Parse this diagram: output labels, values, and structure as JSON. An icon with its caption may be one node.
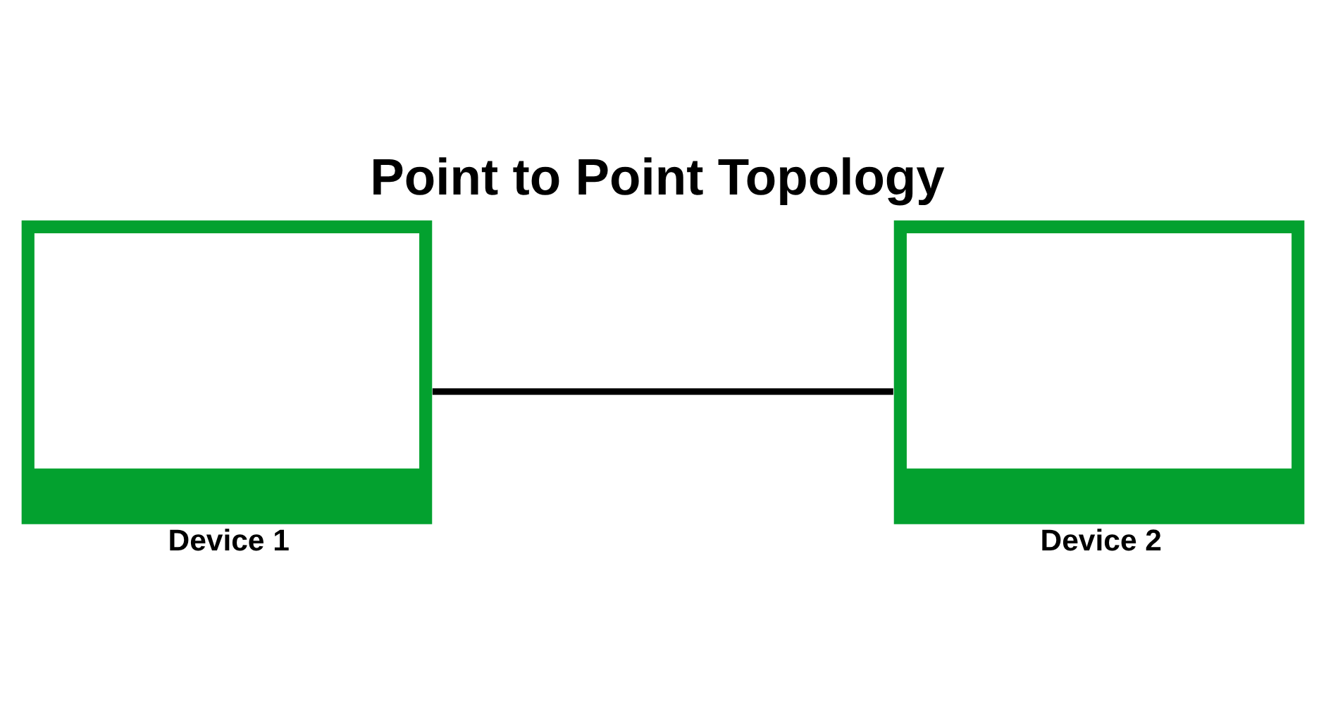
{
  "diagram": {
    "title": "Point to Point Topology",
    "nodes": [
      {
        "text": [],
        "shape": "picture",
        "beside": [
          "Device 1"
        ]
      },
      {
        "text": [],
        "shape": "picture",
        "beside": [
          "Device 2"
        ]
      }
    ],
    "edges": [
      {
        "from": 0,
        "to": 1,
        "arrow": "none"
      }
    ]
  }
}
